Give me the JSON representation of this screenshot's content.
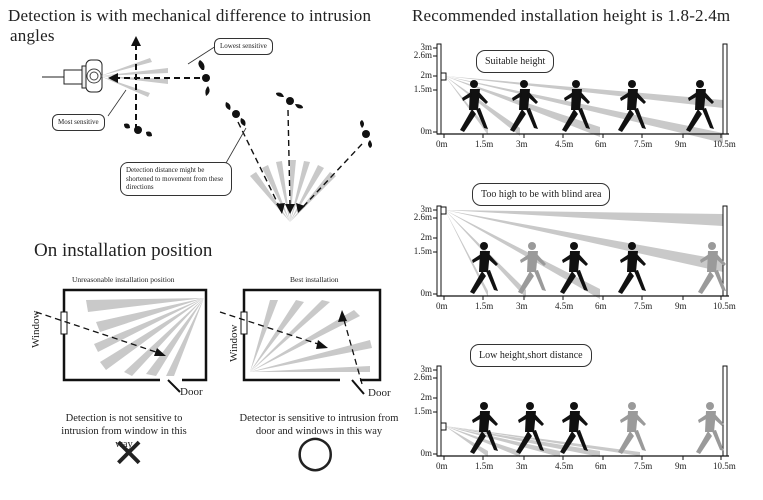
{
  "left": {
    "title_line1": "Detection is with mechanical difference to intrusion",
    "title_line2": "angles",
    "callouts": {
      "lowest": "Lowest sensitive",
      "most": "Most sensitive",
      "shortened": "Detection distance might be shortened to movement from these directions"
    },
    "installation_title": "On installation position",
    "unreasonable": {
      "label": "Unreasonable installation position",
      "window": "Window",
      "door": "Door",
      "caption": "Detection is not sensitive to intrusion from window in this way",
      "mark": "✕"
    },
    "best": {
      "label": "Best installation",
      "window": "Window",
      "door": "Door",
      "caption": "Detector is sensitive to intrusion from door and windows in this way",
      "mark": "○"
    }
  },
  "right": {
    "title": "Recommended installation height is 1.8-2.4m",
    "panels": [
      {
        "bubble": "Suitable height",
        "y_ticks": [
          "3m",
          "2.6m",
          "2m",
          "1.5m",
          "0m"
        ],
        "x_ticks": [
          "0m",
          "1.5m",
          "3m",
          "4.5m",
          "6m",
          "7.5m",
          "9m",
          "10.5m"
        ]
      },
      {
        "bubble": "Too high to be with blind area",
        "y_ticks": [
          "3m",
          "2.6m",
          "2m",
          "1.5m",
          "0m"
        ],
        "x_ticks": [
          "0m",
          "1.5m",
          "3m",
          "4.5m",
          "6m",
          "7.5m",
          "9m",
          "10.5m"
        ]
      },
      {
        "bubble": "Low height,short distance",
        "y_ticks": [
          "3m",
          "2.6m",
          "2m",
          "1.5m",
          "0m"
        ],
        "x_ticks": [
          "0m",
          "1.5m",
          "3m",
          "4.5m",
          "6m",
          "7.5m",
          "9m",
          "10.5m"
        ]
      }
    ]
  },
  "colors": {
    "beam": "#c9c9c9",
    "ink": "#111111",
    "ghost": "#9a9a9a"
  }
}
